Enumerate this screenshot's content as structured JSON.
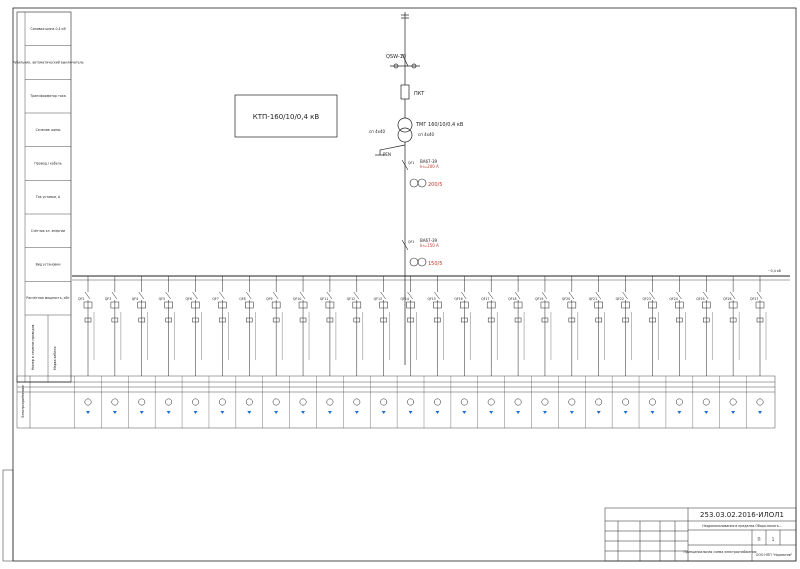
{
  "title_block": {
    "doc_code": "253.03.02.2016-ИЛОЛ1",
    "description": "Недропользования в пределах Оборо-нахоть...",
    "drawing_title": "Принципиальная схема электроснабжения",
    "org": "ООО НПП \"Норматив\"",
    "stage": "П",
    "sheet_no": "1"
  },
  "left_table": {
    "rows": [
      "Силовая шина 0,4 кВ",
      "Рубильник, автоматический выключатель",
      "Трансформатор тока",
      "Сечение шины",
      "Провод / кабель",
      "Ток уставки, А",
      "Счётчик эл. энергии",
      "Вид установки",
      "Расчётная мощность, кВт"
    ],
    "bottom_row_labels": [
      "Номер и сечение проводов",
      "Марка кабеля"
    ],
    "side_label": "Электроприёмники"
  },
  "ktp_label": "КТП-160/10/0,4 кВ",
  "top": {
    "switch_label": "QSW-10",
    "fuse_label": "ПКТ",
    "transformer_label": "ТМГ 160/10/0,4 кВ",
    "hv_label": "сп 4х40",
    "lv_label": "сп 4х40",
    "pen_label": "PEN",
    "qf1_label": "QF1",
    "qf1_type": "ВА67-39",
    "qf1_rating": "Iн=200 А",
    "ct1": "200/5",
    "qf2_label": "QF1",
    "qf2_type": "ВА67-39",
    "qf2_rating": "Iн=150 А",
    "ct2": "150/5",
    "bus_label": "~0,4 кВ"
  },
  "feeders": {
    "count": 26,
    "codes": [
      "QF2",
      "QF3",
      "QF4",
      "QF5",
      "QF6",
      "QF7",
      "QF8",
      "QF9",
      "QF10",
      "QF11",
      "QF12",
      "QF13",
      "QF14",
      "QF15",
      "QF16",
      "QF17",
      "QF18",
      "QF19",
      "QF20",
      "QF21",
      "QF22",
      "QF23",
      "QF24",
      "QF25",
      "QF26",
      "QF27"
    ]
  },
  "colors": {
    "line": "#1a1a1a",
    "accent_red": "#c0392b",
    "icon_blue": "#1f6fd1"
  }
}
